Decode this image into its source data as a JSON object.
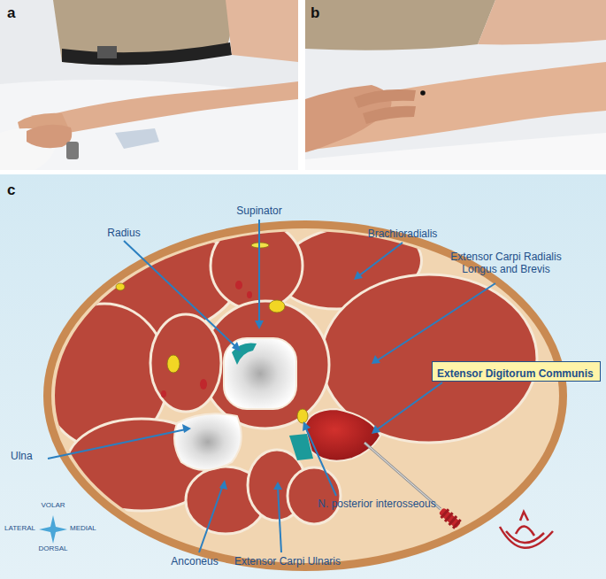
{
  "diagram": {
    "nodes": [
      {
        "text": [
          "Extensor Digitorum Communis"
        ]
      }
    ],
    "labels": [
      "a",
      "b",
      "c",
      "Supinator",
      "Radius",
      "Brachioradialis",
      "Extensor Carpi Radialis Longus and Brevis",
      "Ulna",
      "N. posterior interosseous",
      "Anconeus",
      "Extensor Carpi Ulnaris",
      "VOLAR",
      "LATERAL",
      "MEDIAL",
      "DORSAL"
    ]
  }
}
